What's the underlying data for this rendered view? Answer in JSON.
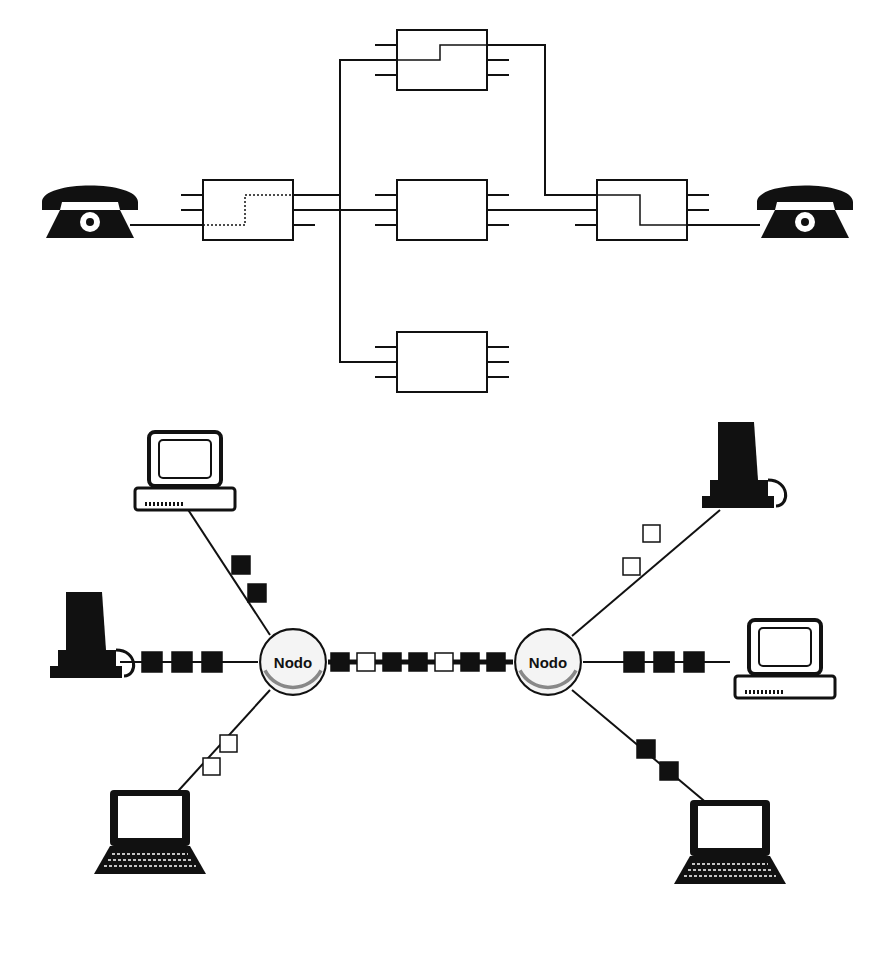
{
  "diagram": {
    "nodes": [
      {
        "text": [
          "Nodo"
        ]
      },
      {
        "text": [
          "Nodo"
        ]
      }
    ],
    "edges": [
      {
        "from": 0,
        "to": 1,
        "arrow": "none"
      }
    ]
  }
}
